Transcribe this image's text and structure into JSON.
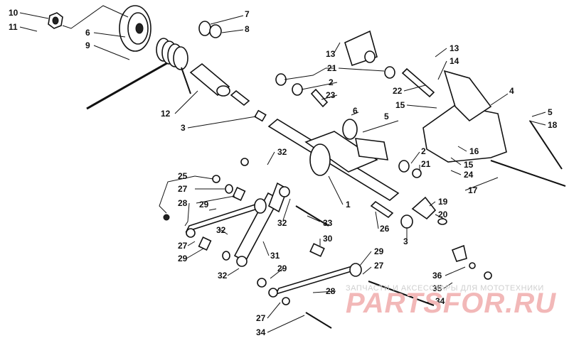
{
  "labels": {
    "p10": "10",
    "p11": "11",
    "p6": "6",
    "p9": "9",
    "p7": "7",
    "p8": "8",
    "p12": "12",
    "p3a": "3",
    "p13a": "13",
    "p21a": "21",
    "p2a": "2",
    "p23": "23",
    "p13b": "13",
    "p14": "14",
    "p22": "22",
    "p15a": "15",
    "p4": "4",
    "p6b": "6",
    "p5a": "5",
    "p5b": "5",
    "p18": "18",
    "p32a": "32",
    "p25": "25",
    "p27a": "27",
    "p29a": "29",
    "p28a": "28",
    "p2b": "2",
    "p21b": "21",
    "p16": "16",
    "p15b": "15",
    "p24": "24",
    "p17": "17",
    "p1": "1",
    "p19": "19",
    "p20": "20",
    "p32b": "32",
    "p33": "33",
    "p26": "26",
    "p3b": "3",
    "p32c": "32",
    "p30": "30",
    "p27b": "27",
    "p29b": "29",
    "p31": "31",
    "p32d": "32",
    "p29c": "29",
    "p29d": "29",
    "p27c": "27",
    "p36": "36",
    "p35": "35",
    "p28b": "28",
    "p34a": "34",
    "p27d": "27",
    "p34b": "34"
  },
  "watermark": {
    "tagline": "ЗАПЧАСТИ И АКСЕССУАРЫ ДЛЯ МОТОТЕХНИКИ",
    "brand": "PARTSFOR.RU",
    "color_light": "#f2b8b8",
    "color_dark": "#e05a5a"
  }
}
